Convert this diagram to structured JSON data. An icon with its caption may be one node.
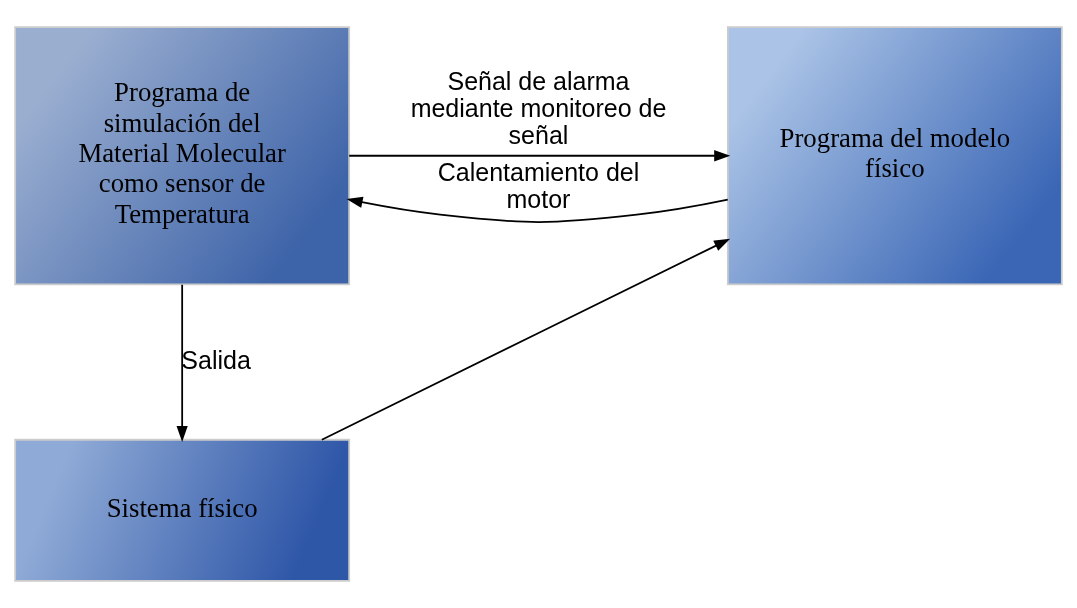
{
  "diagram": {
    "nodes": [
      {
        "text": [
          "Programa de simulación del Material Molecular como sensor de Temperatura"
        ]
      },
      {
        "text": [
          "Programa del modelo físico"
        ]
      },
      {
        "text": [
          "Sistema físico"
        ]
      }
    ],
    "edges": [
      {
        "from": 1,
        "to": 0,
        "arrow": "to",
        "label": "Calentamiento del motor"
      },
      {
        "from": 0,
        "to": 1,
        "arrow": "to",
        "label": "Señal de alarma mediante monitoreo de señal"
      },
      {
        "from": 0,
        "to": 2,
        "arrow": "to",
        "label": "Salida"
      },
      {
        "from": 2,
        "to": 1,
        "arrow": "to"
      }
    ]
  }
}
